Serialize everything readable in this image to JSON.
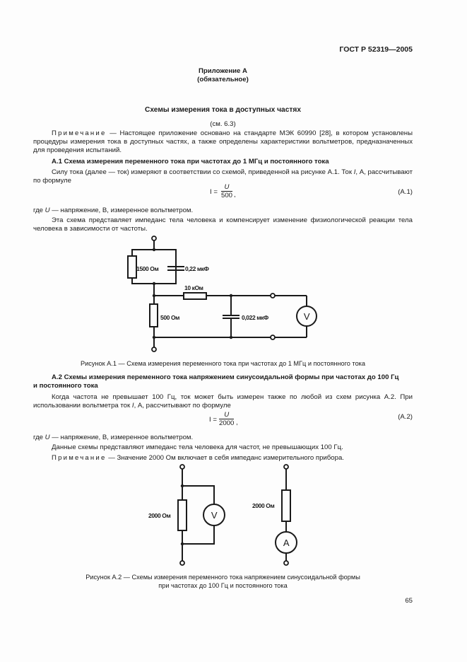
{
  "header": {
    "standard": "ГОСТ Р 52319—2005"
  },
  "appendix": {
    "title": "Приложение А",
    "status": "(обязательное)"
  },
  "section_title": "Схемы измерения тока в доступных частях",
  "see_ref": "(см. 6.3)",
  "note1": {
    "label": "Примечание",
    "text": " — Настоящее приложение основано на стандарте МЭК 60990 [28], в котором установлены процедуры измерения тока в доступных частях, а также определены характеристики вольтметров, предназначенных для проведения испытаний."
  },
  "a1": {
    "heading": "А.1  Схема измерения переменного тока при частотах до 1 МГц и постоянного тока",
    "p1_a": "Силу тока (далее — ток) измеряют в соответствии со схемой, приведенной на рисунке А.1. Ток ",
    "p1_var": "I",
    "p1_b": ", А, рассчиты­вают по формуле",
    "formula": {
      "lhs": "I =",
      "num": "U",
      "den": "500",
      "tail": ",",
      "number": "(А.1)"
    },
    "where_a": "где ",
    "where_var": "U",
    "where_b": " — напряжение, В, измеренное вольтметром.",
    "p2": "Эта схема представляет импеданс тела человека и компенсирует изменение физиологической реакции тела человека в зависимости от частоты.",
    "figure": {
      "labels": {
        "r1": "1500 Ом",
        "c1": "0,22 мкФ",
        "r2": "10 кОм",
        "r3": "500 Ом",
        "c2": "0,022 мкФ",
        "meter": "V"
      },
      "caption": "Рисунок А.1 — Схема измерения переменного тока при частотах до 1 МГц и постоянного тока"
    }
  },
  "a2": {
    "heading_1": "А.2  Схемы измерения переменного тока напряжением синусоидальной формы при частотах до 100 Гц",
    "heading_2": "и постоянного тока",
    "p1_a": "Когда частота не превышает 100 Гц, ток может быть измерен также по любой из схем рисунка А.2. При использовании вольтметра ток ",
    "p1_var": "I",
    "p1_b": ", А, рассчитывают по формуле",
    "formula": {
      "lhs": "I =",
      "num": "U",
      "den": "2000",
      "tail": ",",
      "number": "(А.2)"
    },
    "where_a": "где ",
    "where_var": "U",
    "where_b": " — напряжение, В, измеренное вольтметром.",
    "p2": "Данные схемы представляют импеданс тела человека для частот, не превышающих 100 Гц.",
    "note_label": "Примечание",
    "note_text": " — Значение 2000 Ом включает в себя импеданс измерительного прибора.",
    "figure": {
      "labels": {
        "r_left": "2000 Ом",
        "meter_left": "V",
        "r_right": "2000 Ом",
        "meter_right": "A"
      },
      "caption_1": "Рисунок А.2 — Схемы измерения переменного тока напряжением синусоидальной формы",
      "caption_2": "при частотах до 100 Гц и постоянного тока"
    }
  },
  "page_number": "65"
}
